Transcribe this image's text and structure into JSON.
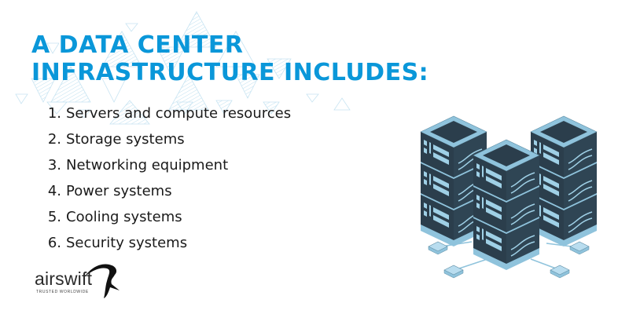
{
  "heading": {
    "line1": "A DATA CENTER",
    "line2": "INFRASTRUCTURE INCLUDES:",
    "color": "#0a97d9"
  },
  "list": {
    "items": [
      {
        "num": "1.",
        "text": "Servers and compute resources"
      },
      {
        "num": "2.",
        "text": "Storage systems"
      },
      {
        "num": "3.",
        "text": "Networking equipment"
      },
      {
        "num": "4.",
        "text": "Power systems"
      },
      {
        "num": "5.",
        "text": "Cooling systems"
      },
      {
        "num": "6.",
        "text": "Security systems"
      }
    ]
  },
  "logo": {
    "wordmark": "airswift",
    "tagline": "TRUSTED WORLDWIDE",
    "icon": "swift-bird-icon"
  },
  "illustration": {
    "icon": "server-racks-icon",
    "colors": {
      "dark": "#2b3e4c",
      "light": "#8fc3dc",
      "lighter": "#b9ddef"
    }
  }
}
